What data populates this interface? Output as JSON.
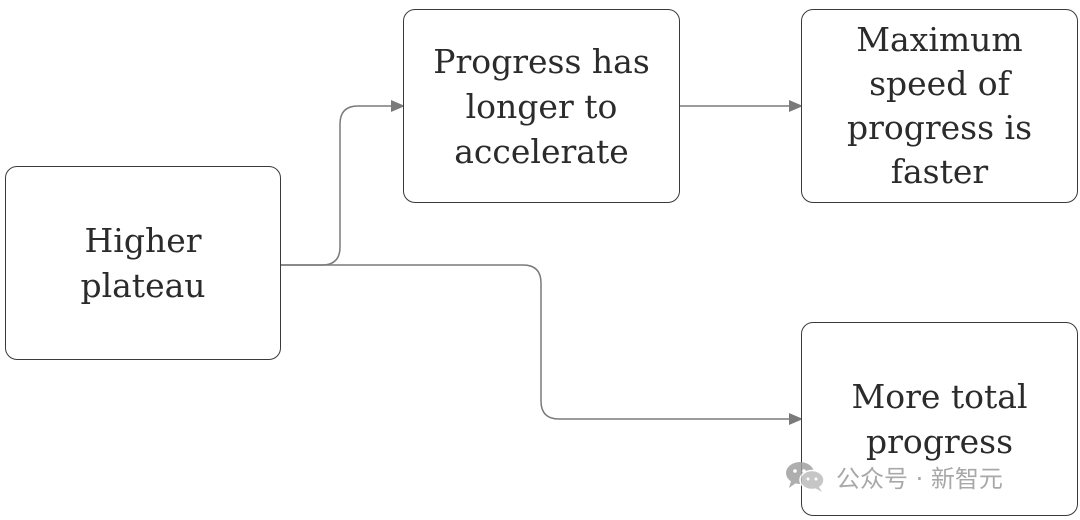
{
  "nodes": {
    "higher_plateau": "Higher\nplateau",
    "longer_to_accelerate": "Progress has\nlonger to\naccelerate",
    "maximum_speed": "Maximum\nspeed of\nprogress is\nfaster",
    "more_total_progress": "More total\nprogress"
  },
  "watermark": {
    "text": "公众号 · 新智元",
    "icon": "wechat-icon"
  },
  "colors": {
    "line": "#7a7a7a",
    "border": "#3a3a3a",
    "text": "#2b2b2b"
  }
}
